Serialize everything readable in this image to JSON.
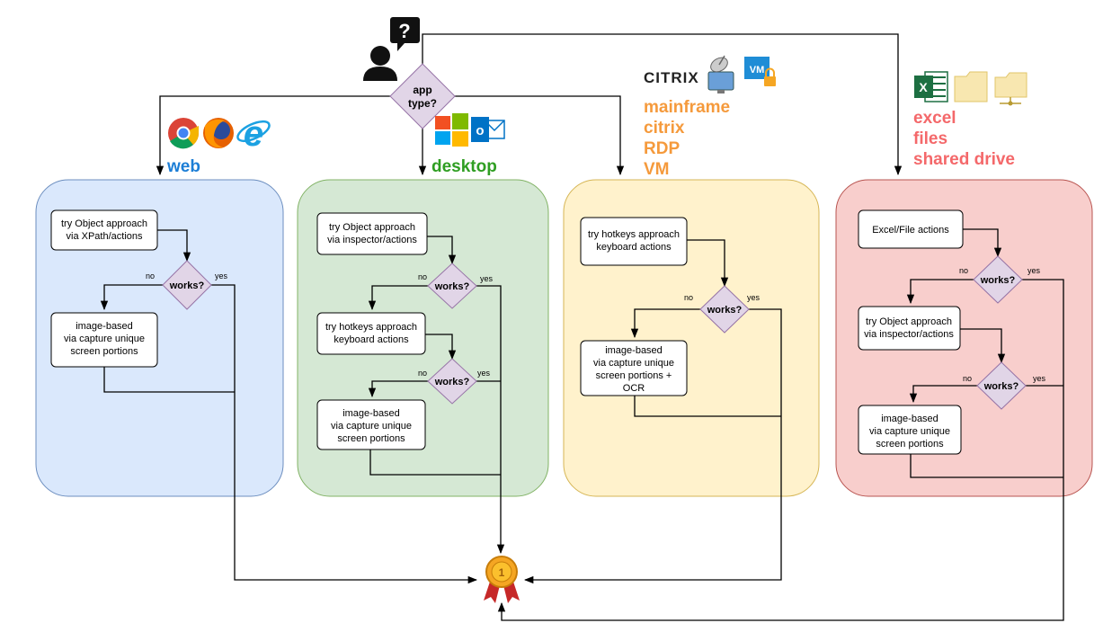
{
  "decision_root": "app\ntype?",
  "colors": {
    "web": "#1c7ed6",
    "desktop": "#2f9e22",
    "mainframe": "#f59a3c",
    "excel": "#f4686a",
    "lane_web_fill": "#dae8fc",
    "lane_web_stroke": "#6c8ebf",
    "lane_desktop_fill": "#d5e8d4",
    "lane_desktop_stroke": "#82b366",
    "lane_main_fill": "#fff2cc",
    "lane_main_stroke": "#d6b656",
    "lane_excel_fill": "#f8cecc",
    "lane_excel_stroke": "#b85450",
    "diamond_fill": "#e1d5e7",
    "diamond_stroke": "#9673a6"
  },
  "icons": {
    "user": "user-question-icon",
    "web": [
      "chrome-icon",
      "firefox-icon",
      "ie-icon"
    ],
    "desktop": [
      "windows-icon",
      "outlook-icon"
    ],
    "mainframe": [
      "citrix-logo",
      "remote-desktop-icon",
      "vm-lock-icon"
    ],
    "excel": [
      "excel-icon",
      "folder-icon",
      "shared-folder-icon"
    ],
    "goal": "gold-medal-icon"
  },
  "citrix_text": "CITRIX",
  "vm_text": "VM",
  "lanes": {
    "web": {
      "label": "web",
      "step1": "try Object approach\nvia XPath/actions",
      "decision": "works?",
      "no": "no",
      "yes": "yes",
      "fallback": "image-based\nvia capture unique\nscreen portions"
    },
    "desktop": {
      "label": "desktop",
      "step1": "try Object approach\nvia inspector/actions",
      "decision1": "works?",
      "no1": "no",
      "yes1": "yes",
      "step2": "try hotkeys approach\nkeyboard actions",
      "decision2": "works?",
      "no2": "no",
      "yes2": "yes",
      "fallback": "image-based\nvia capture unique\nscreen portions"
    },
    "mainframe": {
      "labels": [
        "mainframe",
        "citrix",
        "RDP",
        "VM"
      ],
      "step1": "try hotkeys approach\nkeyboard actions",
      "decision": "works?",
      "no": "no",
      "yes": "yes",
      "fallback": "image-based\nvia capture unique\nscreen portions +\nOCR"
    },
    "excel": {
      "labels": [
        "excel",
        "files",
        "shared drive"
      ],
      "step1": "Excel/File actions",
      "decision1": "works?",
      "no1": "no",
      "yes1": "yes",
      "step2": "try Object approach\nvia inspector/actions",
      "decision2": "works?",
      "no2": "no",
      "yes2": "yes",
      "fallback": "image-based\nvia capture unique\nscreen portions"
    }
  }
}
